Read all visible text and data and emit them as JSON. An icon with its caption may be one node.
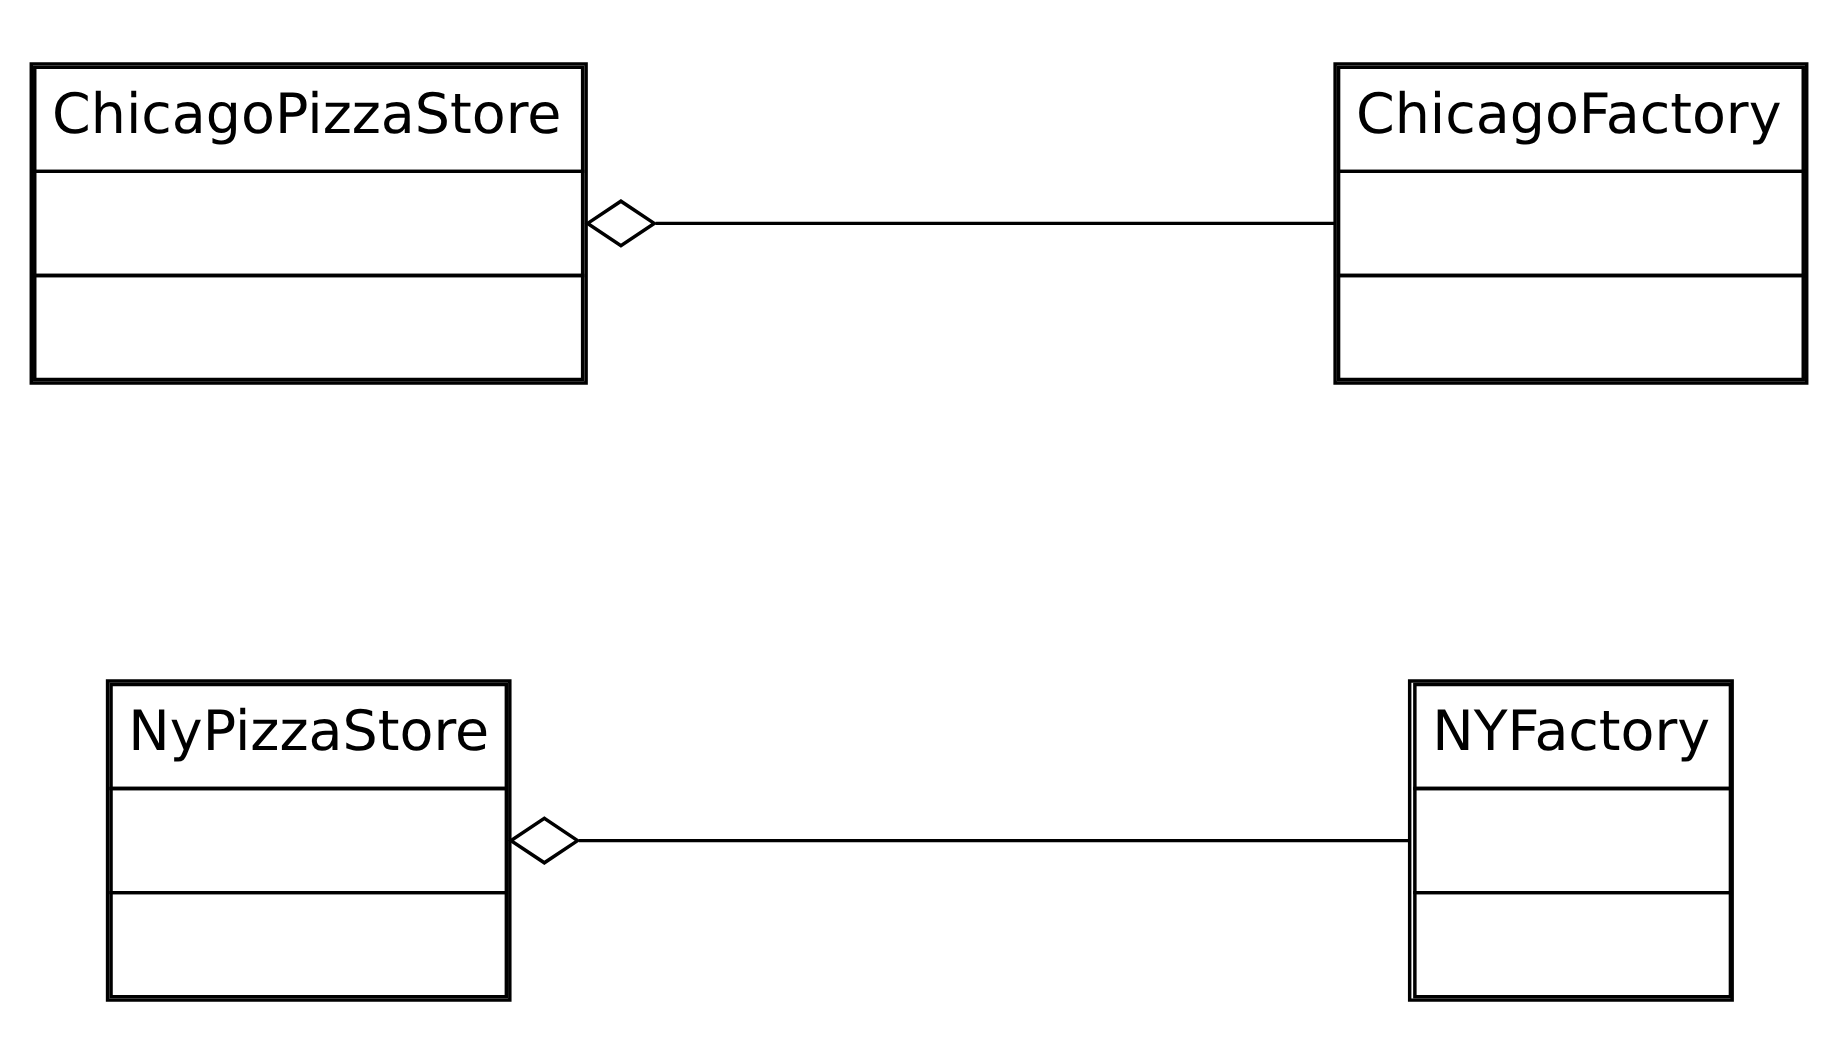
{
  "diagram": {
    "nodes": [
      {
        "text": [
          "NyPizzaStore"
        ]
      },
      {
        "text": [
          "NYFactory"
        ]
      },
      {
        "text": [
          "ChicagoPizzaStore"
        ]
      },
      {
        "text": [
          "ChicagoFactory"
        ]
      }
    ],
    "edges": [
      {
        "from": 0,
        "to": 1,
        "arrow": "other"
      },
      {
        "from": 2,
        "to": 3,
        "arrow": "other"
      }
    ]
  }
}
